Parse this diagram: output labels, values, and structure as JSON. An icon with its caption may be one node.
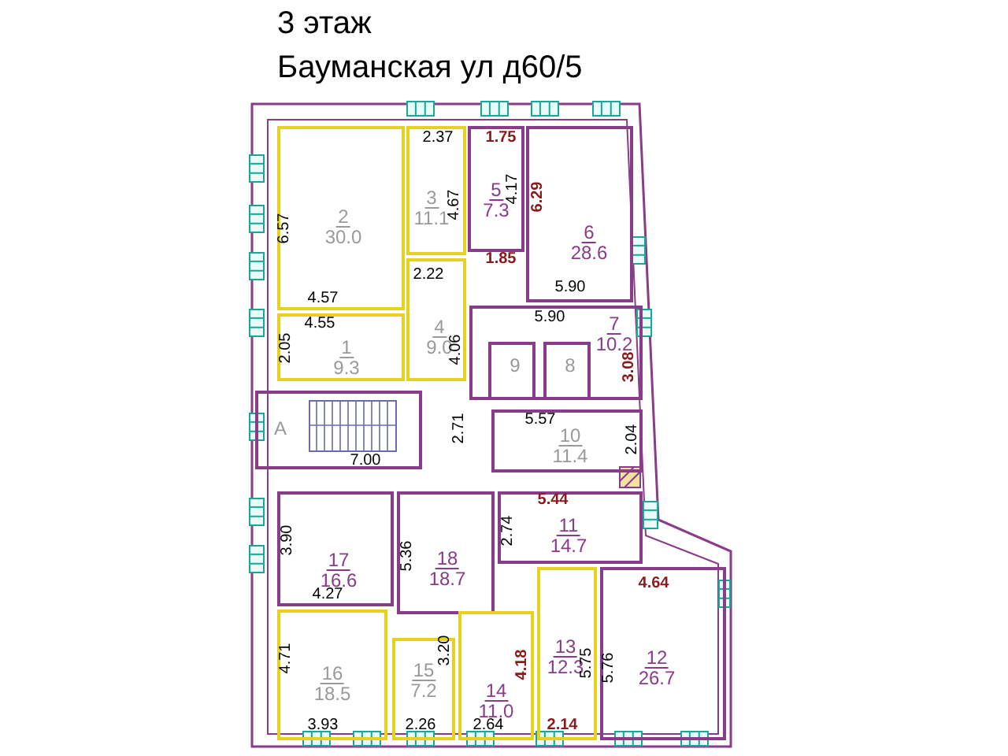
{
  "diagram": {
    "title": "3 этаж",
    "nodes": [
      {
        "text": [
          "2",
          "30.0"
        ]
      },
      {
        "text": [
          "3",
          "11.1"
        ]
      },
      {
        "text": [
          "5",
          "7.3"
        ]
      },
      {
        "text": [
          "6",
          "28.6"
        ]
      },
      {
        "text": [
          "4",
          "9.0"
        ]
      },
      {
        "text": [
          "1",
          "9.3"
        ]
      },
      {
        "text": [
          "7",
          "10.2"
        ]
      },
      {
        "text": [
          "9"
        ],
        "in": 6
      },
      {
        "text": [
          "8"
        ],
        "in": 6
      },
      {
        "text": [
          "A"
        ]
      },
      {
        "text": [
          "10",
          "11.4"
        ]
      },
      {
        "text": [
          "17",
          "16.6"
        ]
      },
      {
        "text": [
          "18",
          "18.7"
        ]
      },
      {
        "text": [
          "11",
          "14.7"
        ]
      },
      {
        "text": [
          "16",
          "18.5"
        ]
      },
      {
        "text": [
          "15",
          "7.2"
        ]
      },
      {
        "text": [
          "14",
          "11.0"
        ]
      },
      {
        "text": [
          "13",
          "12.3"
        ]
      },
      {
        "text": [
          "12",
          "26.7"
        ]
      }
    ],
    "labels": [
      "Бауманская ул д60/5",
      "2.37",
      "1.75",
      "4.17",
      "6.29",
      "6.57",
      "4.67",
      "1.85",
      "2.22",
      "4.57",
      "5.90",
      "4.55",
      "5.90",
      "2.05",
      "4.06",
      "3.08",
      "5.57",
      "2.04",
      "7.00",
      "2.71",
      "5.44",
      "3.90",
      "5.36",
      "2.74",
      "4.27",
      "4.64",
      "4.71",
      "3.20",
      "4.18",
      "5.75",
      "5.76",
      "3.93",
      "2.26",
      "2.64",
      "2.14"
    ]
  }
}
